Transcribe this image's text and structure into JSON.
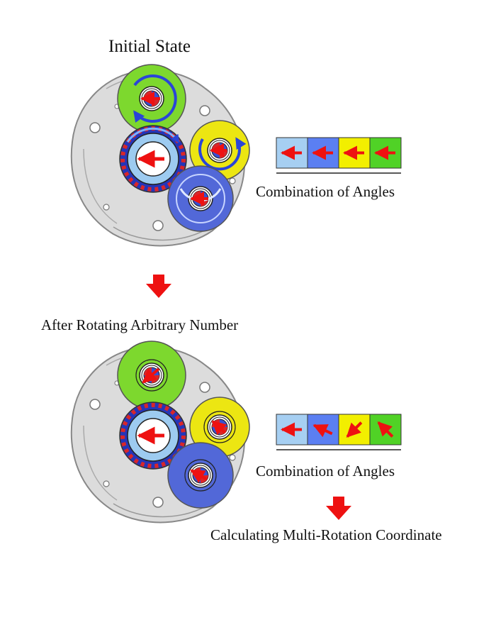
{
  "stage1": {
    "title": "Initial State",
    "panel_caption": "Combination of Angles",
    "cell_colors": [
      "#a6cff2",
      "#5b7ff2",
      "#f2ef00",
      "#50d226"
    ],
    "arrow_angles_deg": [
      180,
      180,
      180,
      180
    ]
  },
  "transition": {
    "caption": "After Rotating Arbitrary Number"
  },
  "stage2": {
    "panel_caption": "Combination of Angles",
    "cell_colors": [
      "#a6cff2",
      "#5b7ff2",
      "#f2ef00",
      "#50d226"
    ],
    "arrow_angles_deg": [
      180,
      155,
      225,
      135
    ]
  },
  "result": {
    "caption": "Calculating Multi-Rotation Coordinate"
  },
  "colors": {
    "arrow": "#ee1111",
    "gear_green": "#7dd82e",
    "gear_yellow": "#ece612",
    "gear_blue": "#5268d8",
    "gear_lightblue": "#9dcbf0",
    "housing": "#dcdcdc"
  }
}
